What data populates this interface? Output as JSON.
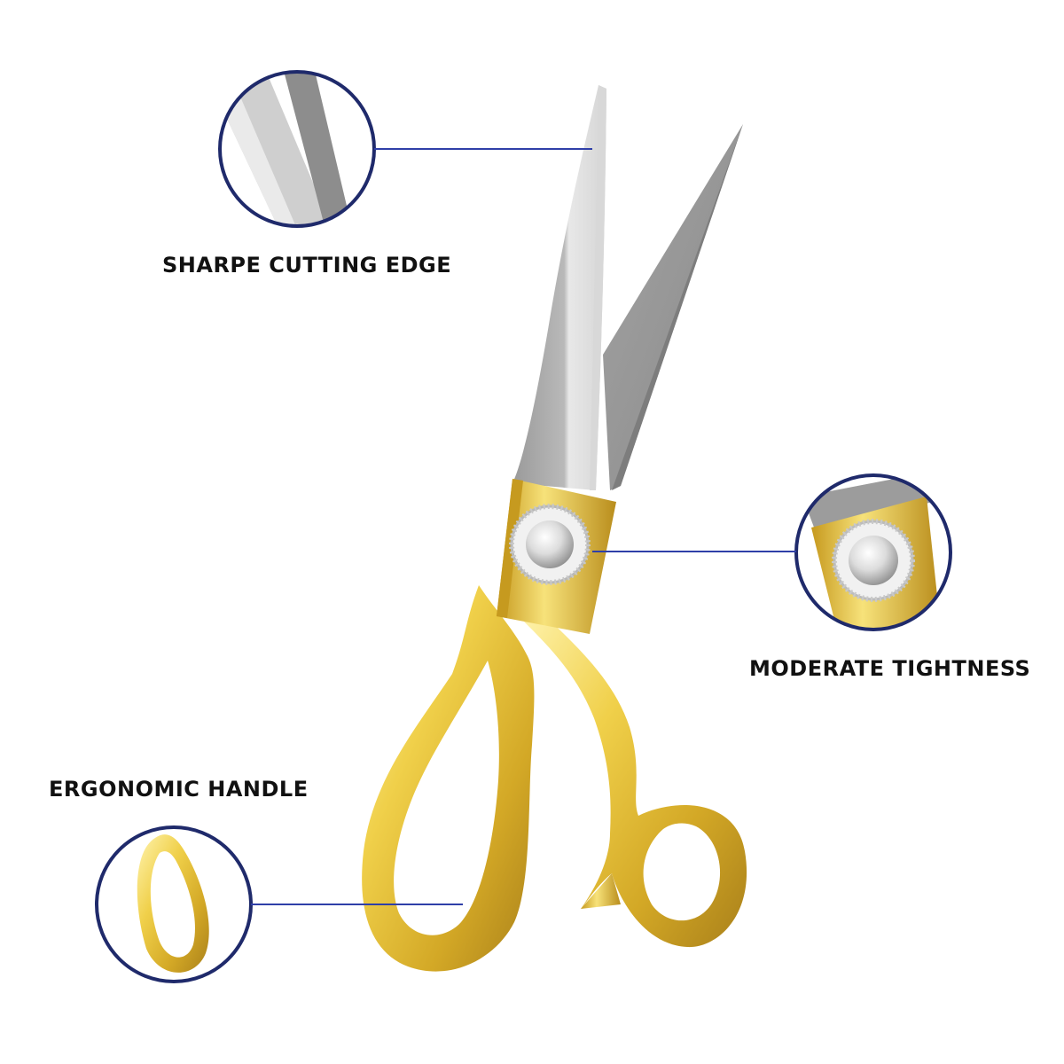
{
  "features": {
    "cutting_edge": "SHARPE CUTTING EDGE",
    "tightness": "MODERATE TIGHTNESS",
    "handle": "ERGONOMIC HANDLE"
  },
  "colors": {
    "callout_circle": "#1f2a6b",
    "callout_line": "#2f3fa8",
    "gold_light": "#f7e27a",
    "gold_mid": "#d9b227",
    "gold_dark": "#a9801a",
    "blade_light": "#e6e6e6",
    "blade_dark": "#8f8f8f",
    "text": "#111111"
  },
  "icons": [
    "scissors-image",
    "blade-closeup-image",
    "pivot-closeup-image",
    "handle-closeup-image"
  ]
}
